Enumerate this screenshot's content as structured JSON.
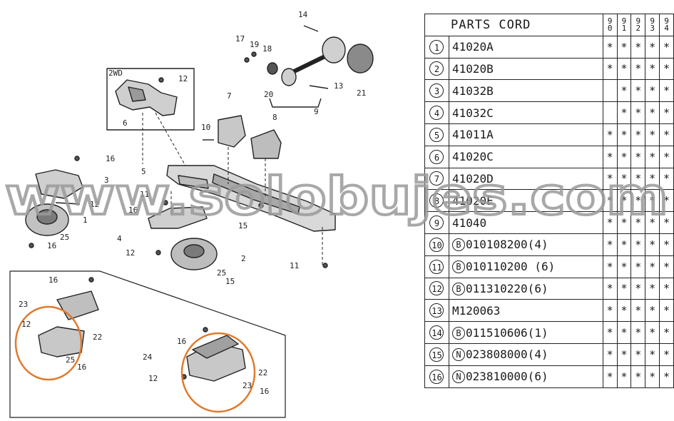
{
  "diagram": {
    "label_2wd": "2WD",
    "callouts": [
      "14",
      "17",
      "19",
      "18",
      "20",
      "13",
      "21",
      "9",
      "12",
      "6",
      "7",
      "10",
      "8",
      "16",
      "3",
      "5",
      "11",
      "16",
      "12",
      "1",
      "25",
      "16",
      "4",
      "12",
      "15",
      "2",
      "25",
      "15",
      "11",
      "16",
      "23",
      "12",
      "22",
      "25",
      "16",
      "16",
      "24",
      "12",
      "22",
      "23",
      "16"
    ]
  },
  "table": {
    "title": "PARTS CORD",
    "years": [
      [
        "9",
        "0"
      ],
      [
        "9",
        "1"
      ],
      [
        "9",
        "2"
      ],
      [
        "9",
        "3"
      ],
      [
        "9",
        "4"
      ]
    ],
    "rows": [
      {
        "num": "1",
        "prefix": "",
        "code": "41020A",
        "marks": [
          "*",
          "*",
          "*",
          "*",
          "*"
        ]
      },
      {
        "num": "2",
        "prefix": "",
        "code": "41020B",
        "marks": [
          "*",
          "*",
          "*",
          "*",
          "*"
        ]
      },
      {
        "num": "3",
        "prefix": "",
        "code": "41032B",
        "marks": [
          "",
          "*",
          "*",
          "*",
          "*"
        ]
      },
      {
        "num": "4",
        "prefix": "",
        "code": "41032C",
        "marks": [
          "",
          "*",
          "*",
          "*",
          "*"
        ]
      },
      {
        "num": "5",
        "prefix": "",
        "code": "41011A",
        "marks": [
          "*",
          "*",
          "*",
          "*",
          "*"
        ]
      },
      {
        "num": "6",
        "prefix": "",
        "code": "41020C",
        "marks": [
          "*",
          "*",
          "*",
          "*",
          "*"
        ]
      },
      {
        "num": "7",
        "prefix": "",
        "code": "41020D",
        "marks": [
          "*",
          "*",
          "*",
          "*",
          "*"
        ]
      },
      {
        "num": "8",
        "prefix": "",
        "code": "41020E",
        "marks": [
          "*",
          "*",
          "*",
          "*",
          "*"
        ]
      },
      {
        "num": "9",
        "prefix": "",
        "code": "41040",
        "marks": [
          "*",
          "*",
          "*",
          "*",
          "*"
        ]
      },
      {
        "num": "10",
        "prefix": "B",
        "code": "010108200(4)",
        "marks": [
          "*",
          "*",
          "*",
          "*",
          "*"
        ]
      },
      {
        "num": "11",
        "prefix": "B",
        "code": "010110200 (6)",
        "marks": [
          "*",
          "*",
          "*",
          "*",
          "*"
        ]
      },
      {
        "num": "12",
        "prefix": "B",
        "code": "011310220(6)",
        "marks": [
          "*",
          "*",
          "*",
          "*",
          "*"
        ]
      },
      {
        "num": "13",
        "prefix": "",
        "code": "M120063",
        "marks": [
          "*",
          "*",
          "*",
          "*",
          "*"
        ]
      },
      {
        "num": "14",
        "prefix": "B",
        "code": "011510606(1)",
        "marks": [
          "*",
          "*",
          "*",
          "*",
          "*"
        ]
      },
      {
        "num": "15",
        "prefix": "N",
        "code": "023808000(4)",
        "marks": [
          "*",
          "*",
          "*",
          "*",
          "*"
        ]
      },
      {
        "num": "16",
        "prefix": "N",
        "code": "023810000(6)",
        "marks": [
          "*",
          "*",
          "*",
          "*",
          "*"
        ]
      }
    ]
  },
  "watermark": {
    "text": "www.solobujes.com"
  },
  "colors": {
    "highlight": "#e07a2e",
    "ink": "#222222",
    "watermark": "#b8b8b8"
  }
}
